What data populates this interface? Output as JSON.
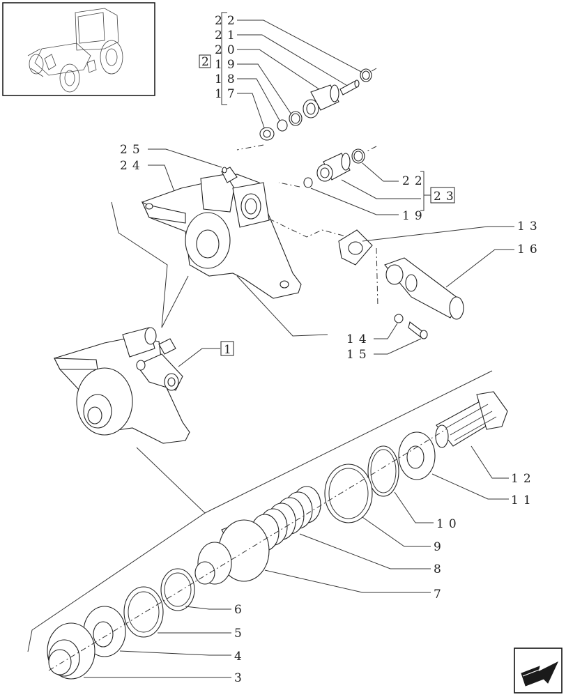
{
  "callouts": {
    "c22a": "22",
    "c21": "21",
    "c20": "20",
    "c19a": "19",
    "c18": "18",
    "c17": "17",
    "c21box": "2",
    "c25": "25",
    "c24": "24",
    "c22b": "22",
    "c23": "23",
    "c19b": "19",
    "c13": "13",
    "c16": "16",
    "c14": "14",
    "c15": "15",
    "c1": "1",
    "c12": "12",
    "c11": "11",
    "c10": "10",
    "c9": "9",
    "c8": "8",
    "c7": "7",
    "c6": "6",
    "c5": "5",
    "c4": "4",
    "c3": "3"
  }
}
